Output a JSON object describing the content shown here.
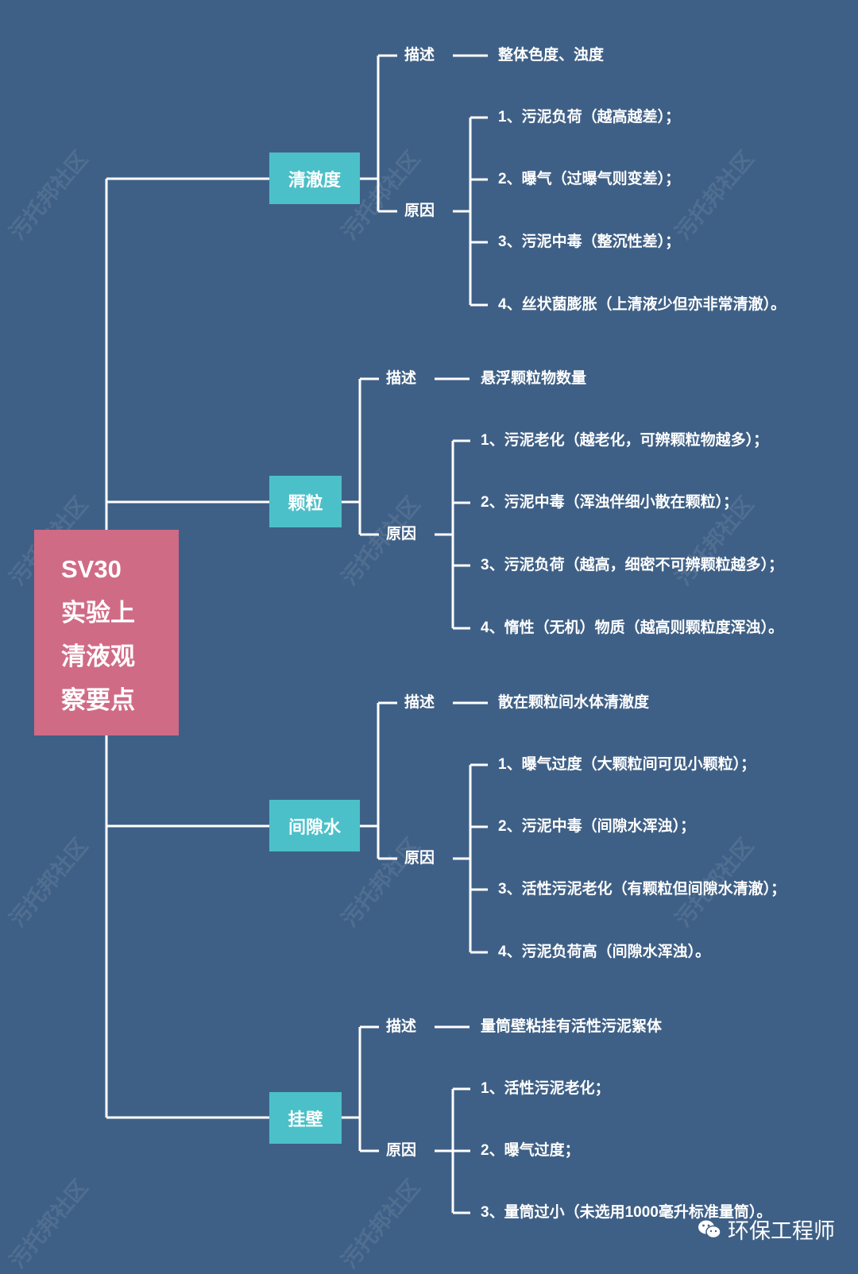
{
  "root": {
    "lines": [
      "SV30",
      "实验上",
      "清液观",
      "察要点"
    ]
  },
  "labels": {
    "describe": "描述",
    "reason": "原因"
  },
  "branches": [
    {
      "category": "清澈度",
      "description": "整体色度、浊度",
      "reasons": [
        "1、污泥负荷（越高越差）；",
        "2、曝气（过曝气则变差）；",
        "3、污泥中毒（整沉性差）；",
        "4、丝状菌膨胀（上清液少但亦非常清澈）。"
      ]
    },
    {
      "category": "颗粒",
      "description": "悬浮颗粒物数量",
      "reasons": [
        "1、污泥老化（越老化，可辨颗粒物越多）；",
        "2、污泥中毒（浑浊伴细小散在颗粒）；",
        "3、污泥负荷（越高，细密不可辨颗粒越多）；",
        "4、惰性（无机）物质（越高则颗粒度浑浊）。"
      ]
    },
    {
      "category": "间隙水",
      "description": "散在颗粒间水体清澈度",
      "reasons": [
        "1、曝气过度（大颗粒间可见小颗粒）；",
        "2、污泥中毒（间隙水浑浊）；",
        "3、活性污泥老化（有颗粒但间隙水清澈）；",
        "4、污泥负荷高（间隙水浑浊）。"
      ]
    },
    {
      "category": "挂壁",
      "description": "量筒壁粘挂有活性污泥絮体",
      "reasons": [
        "1、活性污泥老化；",
        "2、曝气过度；",
        "3、量筒过小（未选用1000毫升标准量筒）。"
      ]
    }
  ],
  "watermark": "污托邦社区",
  "brand": {
    "name": "环保工程师",
    "icon": "wechat-icon"
  },
  "colors": {
    "background": "#3f6086",
    "root": "#d06b86",
    "category": "#4bc0c8",
    "text": "#ffffff"
  }
}
